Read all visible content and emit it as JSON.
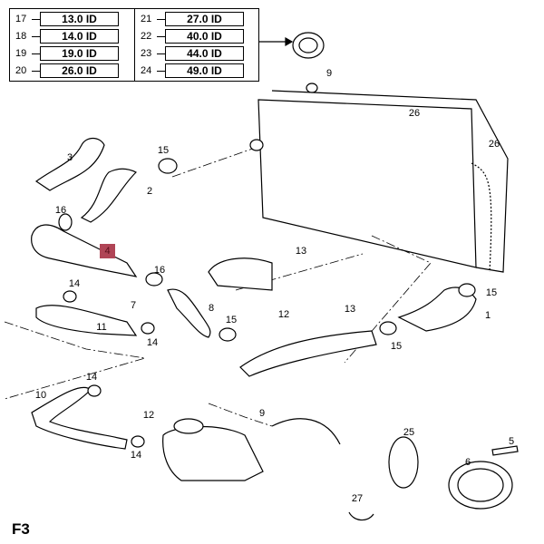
{
  "size_table": {
    "left": [
      {
        "ref": "17",
        "size": "13.0 ID"
      },
      {
        "ref": "18",
        "size": "14.0 ID"
      },
      {
        "ref": "19",
        "size": "19.0 ID"
      },
      {
        "ref": "20",
        "size": "26.0 ID"
      }
    ],
    "right": [
      {
        "ref": "21",
        "size": "27.0 ID"
      },
      {
        "ref": "22",
        "size": "40.0 ID"
      },
      {
        "ref": "23",
        "size": "44.0 ID"
      },
      {
        "ref": "24",
        "size": "49.0 ID"
      }
    ]
  },
  "highlight": {
    "label": "4",
    "color": "#b04556"
  },
  "callouts": [
    "3",
    "15",
    "2",
    "16",
    "16",
    "14",
    "7",
    "8",
    "11",
    "15",
    "14",
    "12",
    "13",
    "13",
    "15",
    "1",
    "15",
    "9",
    "26",
    "26",
    "14",
    "10",
    "12",
    "9",
    "14",
    "25",
    "5",
    "6",
    "27"
  ],
  "figure_label": "F3"
}
